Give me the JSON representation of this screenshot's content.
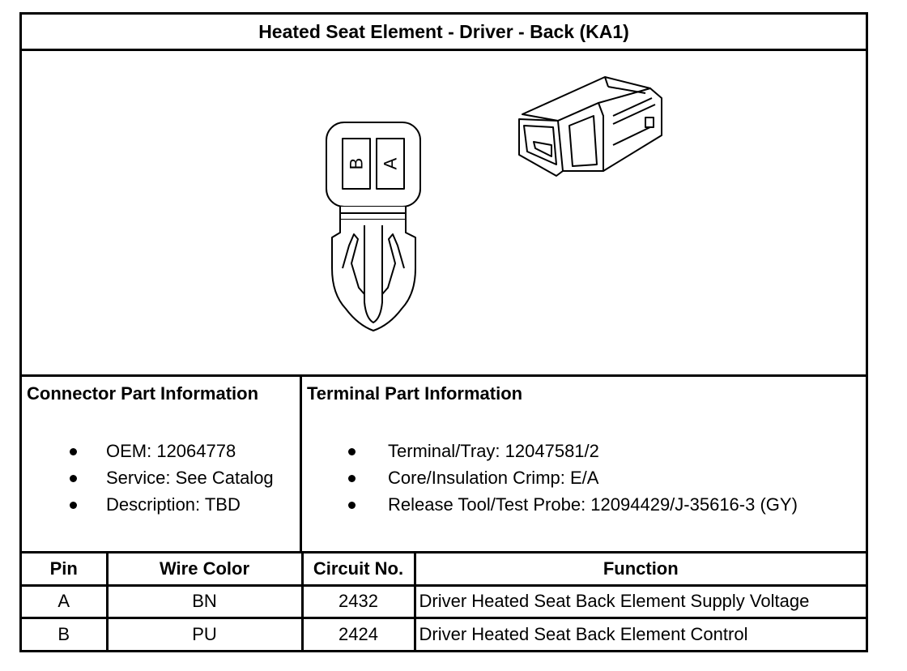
{
  "title": "Heated Seat Element - Driver - Back (KA1)",
  "drawing": {
    "cavity_labels": [
      "B",
      "A"
    ],
    "icons": [
      "connector-face-icon",
      "connector-3d-icon"
    ]
  },
  "connector_info": {
    "heading": "Connector Part Information",
    "items": [
      "OEM: 12064778",
      "Service: See Catalog",
      "Description: TBD"
    ]
  },
  "terminal_info": {
    "heading": "Terminal Part Information",
    "items": [
      "Terminal/Tray: 12047581/2",
      "Core/Insulation Crimp: E/A",
      "Release Tool/Test Probe: 12094429/J-35616-3 (GY)"
    ]
  },
  "pin_table": {
    "headers": [
      "Pin",
      "Wire Color",
      "Circuit No.",
      "Function"
    ],
    "rows": [
      [
        "A",
        "BN",
        "2432",
        "Driver Heated Seat Back Element Supply Voltage"
      ],
      [
        "B",
        "PU",
        "2424",
        "Driver Heated Seat Back Element Control"
      ]
    ]
  }
}
